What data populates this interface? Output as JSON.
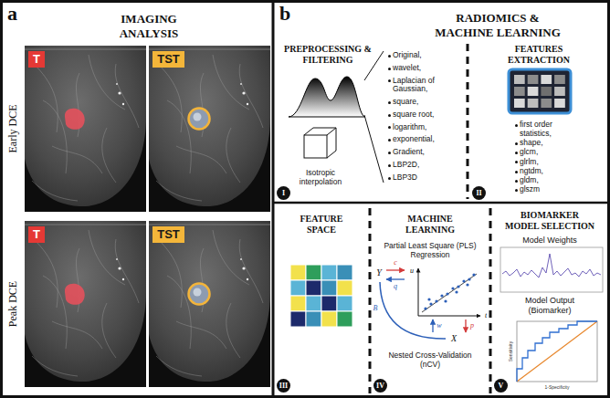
{
  "diagram": {
    "nodes": [
      {
        "text": [
          "a",
          "IMAGING ANALYSIS",
          "Early DCE",
          "Peak DCE"
        ]
      },
      {
        "text": [
          "T"
        ],
        "in": 0
      },
      {
        "text": [
          "TST"
        ],
        "in": 0
      },
      {
        "text": [
          "T"
        ],
        "in": 0
      },
      {
        "text": [
          "TST"
        ],
        "in": 0
      },
      {
        "text": [
          "b",
          "RADIOMICS & MACHINE LEARNING"
        ]
      },
      {
        "text": [
          "PREPROCESSING & FILTERING",
          "Original,",
          "wavelet,",
          "Laplacian of Gaussian,",
          "square,",
          "square root,",
          "logarithm,",
          "exponential,",
          "Gradient,",
          "LBP2D,",
          "LBP3D",
          "Isotropic interpolation"
        ],
        "in": 5
      },
      {
        "text": [
          "I"
        ],
        "in": 6
      },
      {
        "text": [
          "FEATURES EXTRACTION",
          "first order statistics,",
          "shape,",
          "glcm,",
          "glrlm,",
          "ngtdm,",
          "gldm,",
          "glszm"
        ],
        "in": 5
      },
      {
        "text": [
          "II"
        ],
        "in": 8
      },
      {
        "text": [
          "FEATURE SPACE"
        ],
        "in": 5
      },
      {
        "text": [
          "III"
        ],
        "in": 10
      },
      {
        "text": [
          "MACHINE LEARNING",
          "Partial Least Square (PLS) Regression",
          "Nested Cross-Validation (nCV)"
        ],
        "in": 5
      },
      {
        "text": [
          "IV"
        ],
        "in": 12
      },
      {
        "text": [
          "BIOMARKER MODEL SELECTION",
          "Model Weights",
          "Model Output (Biomarker)"
        ],
        "in": 5
      },
      {
        "text": [
          "V"
        ],
        "in": 14
      }
    ],
    "labels": [
      "u",
      "t",
      "c",
      "q",
      "Y",
      "X",
      "w",
      "p",
      "B",
      "Sensitivity",
      "1-Specificity"
    ]
  }
}
